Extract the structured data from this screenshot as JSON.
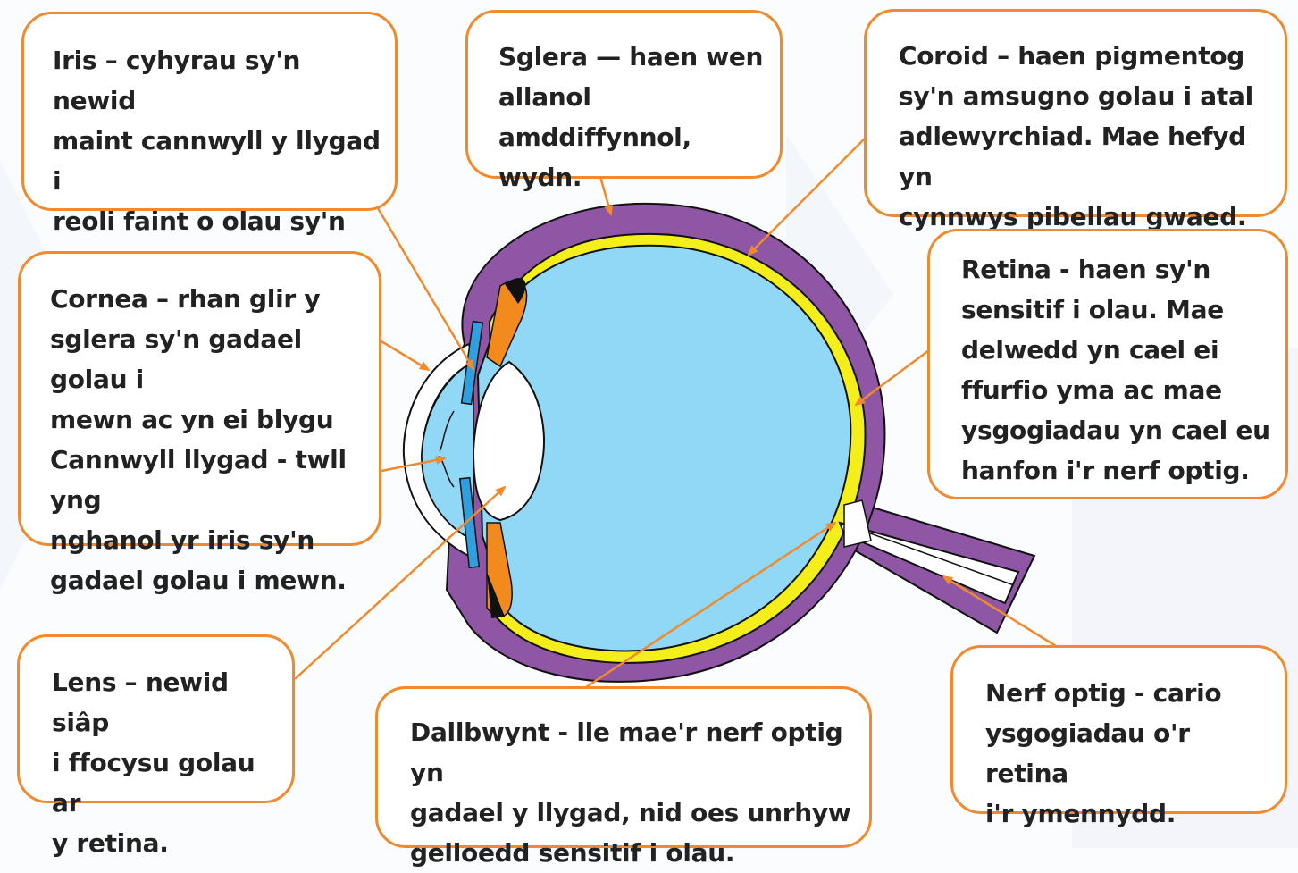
{
  "colors": {
    "accent_orange": "#ef8a2e",
    "sclera_purple": "#8e56a4",
    "choroid_yellow": "#f4ee1a",
    "vitreous_blue": "#90d8f5",
    "iris_blue": "#2f9fe0",
    "ciliary_orange": "#f28a1e"
  },
  "labels": {
    "iris": "Iris – cyhyrau sy'n newid\nmaint cannwyll y llygad i\nreoli faint o olau sy'n\nmynd i mewn.",
    "sclera": "Sglera — haen wen\nallanol amddiffynnol,\nwydn.",
    "choroid": "Coroid – haen pigmentog\nsy'n amsugno golau i atal\nadlewyrchiad. Mae hefyd yn\ncynnwys pibellau gwaed.",
    "cornea": "Cornea – rhan glir y\nsglera sy'n gadael golau i\nmewn ac yn ei blygu\nCannwyll llygad - twll yng\nnghanol yr iris sy'n\ngadael golau i mewn.",
    "retina": "Retina - haen sy'n\nsensitif i olau. Mae\ndelwedd yn cael ei\nffurfio yma ac mae\nysgogiadau yn cael eu\nhanfon i'r nerf optig.",
    "lens": "Lens – newid siâp\ni ffocysu golau ar\ny retina.",
    "blindspot": "Dallbwynt - lle mae'r nerf optig yn\ngadael y llygad, nid oes unrhyw\ngelloedd sensitif i olau.",
    "optic_nerve": "Nerf optig - cario\nysgogiadau o'r retina\ni'r ymennydd."
  }
}
